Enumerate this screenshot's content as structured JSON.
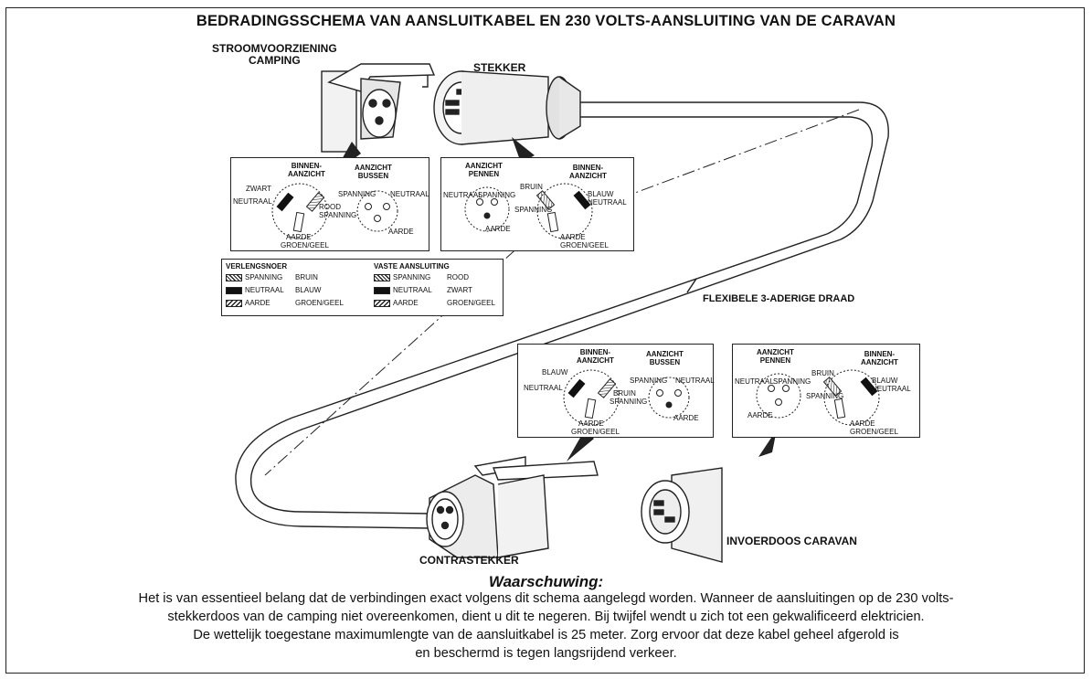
{
  "title": "BEDRADINGSSCHEMA VAN AANSLUITKABEL EN 230 VOLTS-AANSLUITING VAN DE CARAVAN",
  "labels": {
    "camping_supply": "STROOMVOORZIENING\nCAMPING",
    "plug": "STEKKER",
    "cable": "FLEXIBELE 3-ADERIGE DRAAD",
    "counter_plug": "CONTRASTEKKER",
    "inlet": "INVOERDOOS CARAVAN"
  },
  "panel1": {
    "inner_view": "BINNEN-\nAANZICHT",
    "socket_view": "AANZICHT\nBUSSEN",
    "black": "ZWART",
    "neutral_left": "NEUTRAAL",
    "red": "ROOD",
    "live": "SPANNING",
    "earth": "AARDE",
    "green_yellow": "GROEN/GEEL",
    "live_right": "SPANNING",
    "neutral_right": "NEUTRAAL",
    "earth_right": "AARDE"
  },
  "panel2": {
    "pin_view": "AANZICHT\nPENNEN",
    "inner_view": "BINNEN-\nAANZICHT",
    "neutral": "NEUTRAAL",
    "live": "SPANNING",
    "brown": "BRUIN",
    "live2": "SPANNING",
    "blue": "BLAUW",
    "neutral2": "NEUTRAAL",
    "earth": "AARDE",
    "earth2": "AARDE",
    "green_yellow": "GROEN/GEEL"
  },
  "legend": {
    "left_title": "VERLENGSNOER",
    "right_title": "VASTE AANSLUITING",
    "left_rows": [
      {
        "name": "SPANNING",
        "color": "BRUIN"
      },
      {
        "name": "NEUTRAAL",
        "color": "BLAUW"
      },
      {
        "name": "AARDE",
        "color": "GROEN/GEEL"
      }
    ],
    "right_rows": [
      {
        "name": "SPANNING",
        "color": "ROOD"
      },
      {
        "name": "NEUTRAAL",
        "color": "ZWART"
      },
      {
        "name": "AARDE",
        "color": "GROEN/GEEL"
      }
    ]
  },
  "panel3": {
    "inner_view": "BINNEN-\nAANZICHT",
    "socket_view": "AANZICHT\nBUSSEN",
    "blue": "BLAUW",
    "neutral": "NEUTRAAL",
    "brown": "BRUIN",
    "live": "SPANNING",
    "earth": "AARDE",
    "green_yellow": "GROEN/GEEL",
    "live_right": "SPANNING",
    "neutral_right": "NEUTRAAL",
    "earth_right": "AARDE"
  },
  "panel4": {
    "pin_view": "AANZICHT\nPENNEN",
    "inner_view": "BINNEN-\nAANZICHT",
    "neutral": "NEUTRAAL",
    "live": "SPANNING",
    "brown": "BRUIN",
    "live2": "SPANNING",
    "blue": "BLAUW",
    "neutral2": "NEUTRAAL",
    "earth": "AARDE",
    "earth2": "AARDE",
    "green_yellow": "GROEN/GEEL"
  },
  "warning": {
    "title": "Waarschuwing:",
    "lines": [
      "Het is van essentieel belang dat de verbindingen exact volgens dit schema aangelegd worden. Wanneer de aansluitingen op de 230 volts-",
      "stekkerdoos van de camping niet overeenkomen, dient u dit te negeren. Bij twijfel wendt u zich tot een gekwalificeerd elektricien.",
      "De wettelijk toegestane maximumlengte van de aansluitkabel is 25 meter. Zorg ervoor dat deze kabel geheel afgerold is",
      "en beschermd is tegen langsrijdend verkeer."
    ]
  }
}
